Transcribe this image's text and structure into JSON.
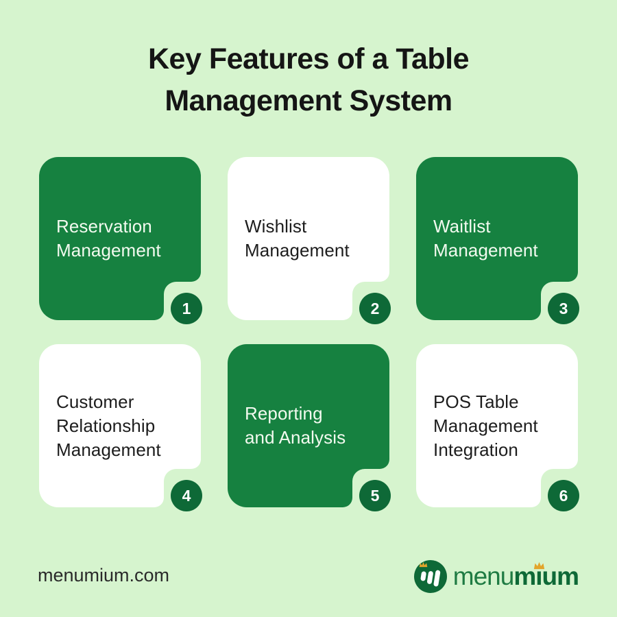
{
  "header": {
    "title_line1": "Key Features of a Table",
    "title_line2": "Management System"
  },
  "cards": [
    {
      "number": "1",
      "title": "Reservation\nManagement",
      "variant": "green"
    },
    {
      "number": "2",
      "title": "Wishlist\nManagement",
      "variant": "white"
    },
    {
      "number": "3",
      "title": "Waitlist\nManagement",
      "variant": "green"
    },
    {
      "number": "4",
      "title": "Customer\nRelationship\nManagement",
      "variant": "white"
    },
    {
      "number": "5",
      "title": "Reporting\nand Analysis",
      "variant": "green"
    },
    {
      "number": "6",
      "title": "POS Table\nManagement\nIntegration",
      "variant": "white"
    }
  ],
  "footer": {
    "website": "menumium.com",
    "logo": {
      "brand_prefix": "menu",
      "brand_suffix": "mium",
      "icon": "menu-bars-icon",
      "crown_icon": "crown-icon"
    }
  },
  "colors": {
    "background": "#D6F4CE",
    "card_green": "#168140",
    "card_white": "#FFFFFF",
    "badge_green": "#0E6937",
    "title_text": "#151515",
    "green_card_text": "#F2FAEF",
    "white_card_text": "#1D1D1D",
    "logo_green_light": "#1F7B43",
    "logo_green_dark": "#0E6937",
    "crown_gold": "#E2A42B"
  }
}
